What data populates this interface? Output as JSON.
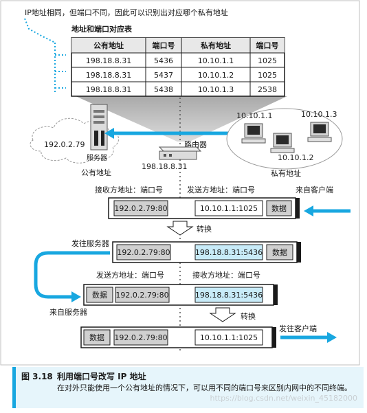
{
  "top_note": "IP地址相同，但端口不同，因此可以识别出对应哪个私有地址",
  "table": {
    "title": "地址和端口对应表",
    "headers": [
      "公有地址",
      "端口号",
      "私有地址",
      "端口号"
    ],
    "rows": [
      [
        "198.18.8.31",
        "5436",
        "10.10.1.1",
        "1025"
      ],
      [
        "198.18.8.31",
        "5437",
        "10.10.1.2",
        "1025"
      ],
      [
        "198.18.8.31",
        "5438",
        "10.10.1.3",
        "2538"
      ]
    ]
  },
  "network": {
    "server_ip": "192.0.2.79",
    "server_label": "服务器",
    "public_label": "公有地址",
    "router_label": "路由器",
    "router_ip": "198.18.8.31",
    "private_label": "私有地址",
    "pc1_ip": "10.10.1.1",
    "pc2_ip": "10.10.1.2",
    "pc3_ip": "10.10.1.3"
  },
  "flow": {
    "recv_label": "接收方地址：端口号",
    "send_label": "发送方地址：端口号",
    "from_client": "来自客户端",
    "to_server": "发往服务器",
    "from_server": "来自服务器",
    "to_client": "发往客户端",
    "convert": "转换",
    "data": "数据",
    "p1_dest": "192.0.2.79:80",
    "p1_src": "10.10.1.1:1025",
    "p2_dest": "192.0.2.79:80",
    "p2_src": "198.18.8.31:5436",
    "p3_src": "192.0.2.79:80",
    "p3_dest": "198.18.8.31:5436",
    "p4_src": "192.0.2.79:80",
    "p4_dest": "10.10.1.1:1025"
  },
  "caption": {
    "label": "图 3.18",
    "title": "利用端口号改写 IP 地址",
    "body": "在对外只能使用一个公有地址的情况下，可以用不同的端口号来区别内网中的不同终端。"
  },
  "watermark": "https://blog.csdn.net/weixin_45182000",
  "colors": {
    "accent": "#18a7e0",
    "highlight": "#c8ebf8",
    "gray_box": "#d0d0d0"
  }
}
